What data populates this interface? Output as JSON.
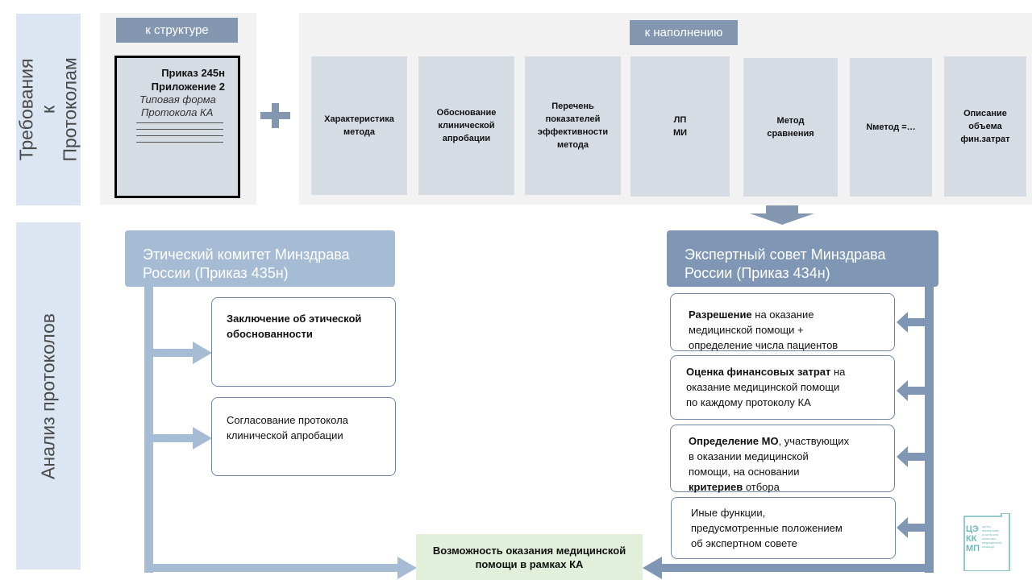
{
  "side_labels": {
    "top": "Требования к\nПротоколам",
    "bottom": "Анализ протоколов"
  },
  "structure": {
    "tag": "к структуре",
    "doc_line1": "Приказ 245н",
    "doc_line2": "Приложение  2",
    "doc_line3": "Типовая форма",
    "doc_line4": "Протокола  КА"
  },
  "content": {
    "tag": "к наполнению",
    "columns": [
      "Характеристика\nметода",
      "Обоснование\nклинической\nапробации",
      "Перечень\nпоказателей\nэффективности\nметода",
      "ЛП\nМИ",
      "Метод\nсравнения",
      "Nметод =…",
      "Описание\nобъема\nфин.затрат"
    ]
  },
  "ethics": {
    "title": "Этический комитет Минздрава\nРоссии (Приказ 435н)",
    "box1_bold": "Заключение об этической\nобоснованности",
    "box2": "Согласование протокола\nклинической апробации"
  },
  "expert": {
    "title": "Экспертный совет Минздрава\nРоссии (Приказ 434н)",
    "box1_bold": "Разрешение",
    "box1_rest": " на оказание\nмедицинской помощи +\nопределение числа пациентов",
    "box2_bold": "Оценка финансовых затрат",
    "box2_rest": " на\nоказание медицинской помощи\nпо каждому протоколу  КА",
    "box3_bold": "Определение МО",
    "box3_rest": ", участвующих\nв оказании медицинской\nпомощи, на основании\n",
    "box3_bold2": "критериев",
    "box3_rest2": " отбора",
    "box4": "Иные функции,\nпредусмотренные положением\nоб экспертном совете"
  },
  "final": "Возможность оказания медицинской\nпомощи в рамках КА",
  "logo": {
    "letters": [
      "ЦЭ",
      "КК",
      "МП"
    ],
    "caption": "центр\nэкспертизы\nи контроля\nкачества\nмедицинской\nпомощи"
  },
  "colors": {
    "band": "#dce6f2",
    "tag": "#8497b0",
    "ethics": "#a6bbd4",
    "expert": "#7f97b5",
    "final": "#e2efda",
    "logo": "#6fb8bd"
  }
}
